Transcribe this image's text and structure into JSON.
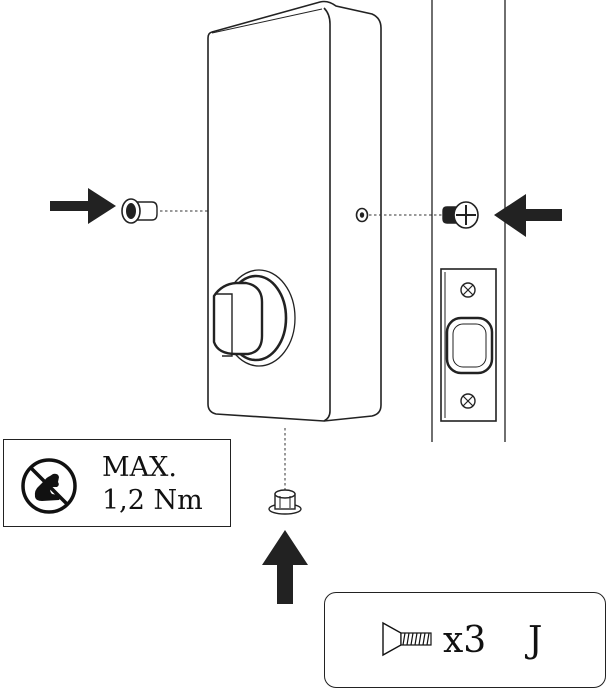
{
  "torque_note": {
    "line1": "MAX.",
    "line2": "1,2 Nm",
    "icon": "no-excessive-force-icon"
  },
  "parts_callout": {
    "quantity": "x3",
    "part_letter": "J",
    "icon": "countersunk-screw-icon"
  },
  "colors": {
    "ink": "#111111",
    "arrow": "#222222",
    "background": "#ffffff"
  }
}
